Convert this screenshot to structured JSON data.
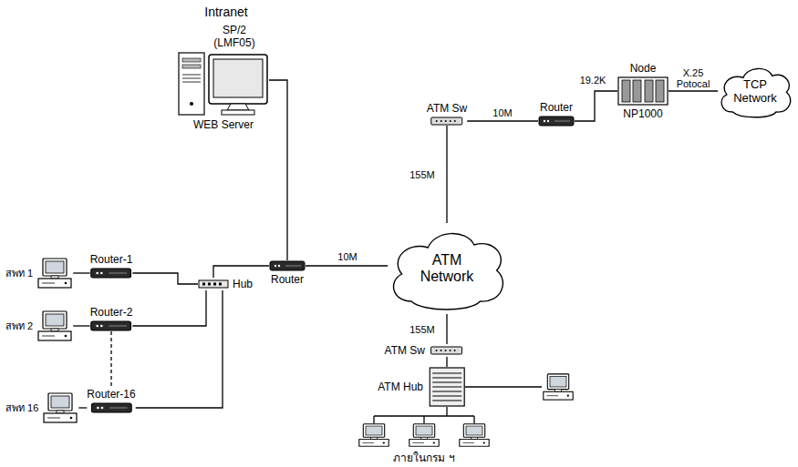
{
  "diagram": {
    "title": "Intranet",
    "nodes": [
      {
        "text": [
          "SP/2 (LMF05)",
          "WEB Server"
        ]
      },
      {
        "text": [
          "Router"
        ]
      },
      {
        "text": [
          "Hub"
        ]
      },
      {
        "text": [
          "สพท 1"
        ]
      },
      {
        "text": [
          "Router-1"
        ]
      },
      {
        "text": [
          "สพท 2"
        ]
      },
      {
        "text": [
          "Router-2"
        ]
      },
      {
        "text": [
          "สพท 16"
        ]
      },
      {
        "text": [
          "Router-16"
        ]
      },
      {
        "text": [
          "ATM Network"
        ]
      },
      {
        "text": [
          "ATM Sw"
        ]
      },
      {
        "text": [
          "Router"
        ]
      },
      {
        "text": [
          "Node",
          "NP1000"
        ]
      },
      {
        "text": [
          "TCP Network"
        ]
      },
      {
        "text": [
          "ATM Sw"
        ]
      },
      {
        "text": [
          "ATM Hub"
        ]
      }
    ],
    "edges": [
      {
        "from": 0,
        "to": 1,
        "arrow": "none"
      },
      {
        "from": 1,
        "to": 9,
        "label": "10M",
        "arrow": "none"
      },
      {
        "from": 1,
        "to": 2,
        "arrow": "none"
      },
      {
        "from": 4,
        "to": 2,
        "arrow": "none"
      },
      {
        "from": 6,
        "to": 2,
        "arrow": "none"
      },
      {
        "from": 8,
        "to": 2,
        "arrow": "none"
      },
      {
        "from": 3,
        "to": 4,
        "arrow": "none"
      },
      {
        "from": 5,
        "to": 6,
        "arrow": "none"
      },
      {
        "from": 7,
        "to": 8,
        "arrow": "none"
      },
      {
        "from": 6,
        "to": 8,
        "arrow": "none"
      },
      {
        "from": 9,
        "to": 10,
        "label": "155M",
        "arrow": "none"
      },
      {
        "from": 10,
        "to": 11,
        "label": "10M",
        "arrow": "none"
      },
      {
        "from": 11,
        "to": 12,
        "label": "19.2K",
        "arrow": "none"
      },
      {
        "from": 12,
        "to": 13,
        "label": "X.25 Potocal",
        "arrow": "none"
      },
      {
        "from": 9,
        "to": 14,
        "label": "155M",
        "arrow": "none"
      },
      {
        "from": 14,
        "to": 15,
        "arrow": "none"
      }
    ],
    "labels": [
      "ภายในกรม ฯ"
    ]
  }
}
